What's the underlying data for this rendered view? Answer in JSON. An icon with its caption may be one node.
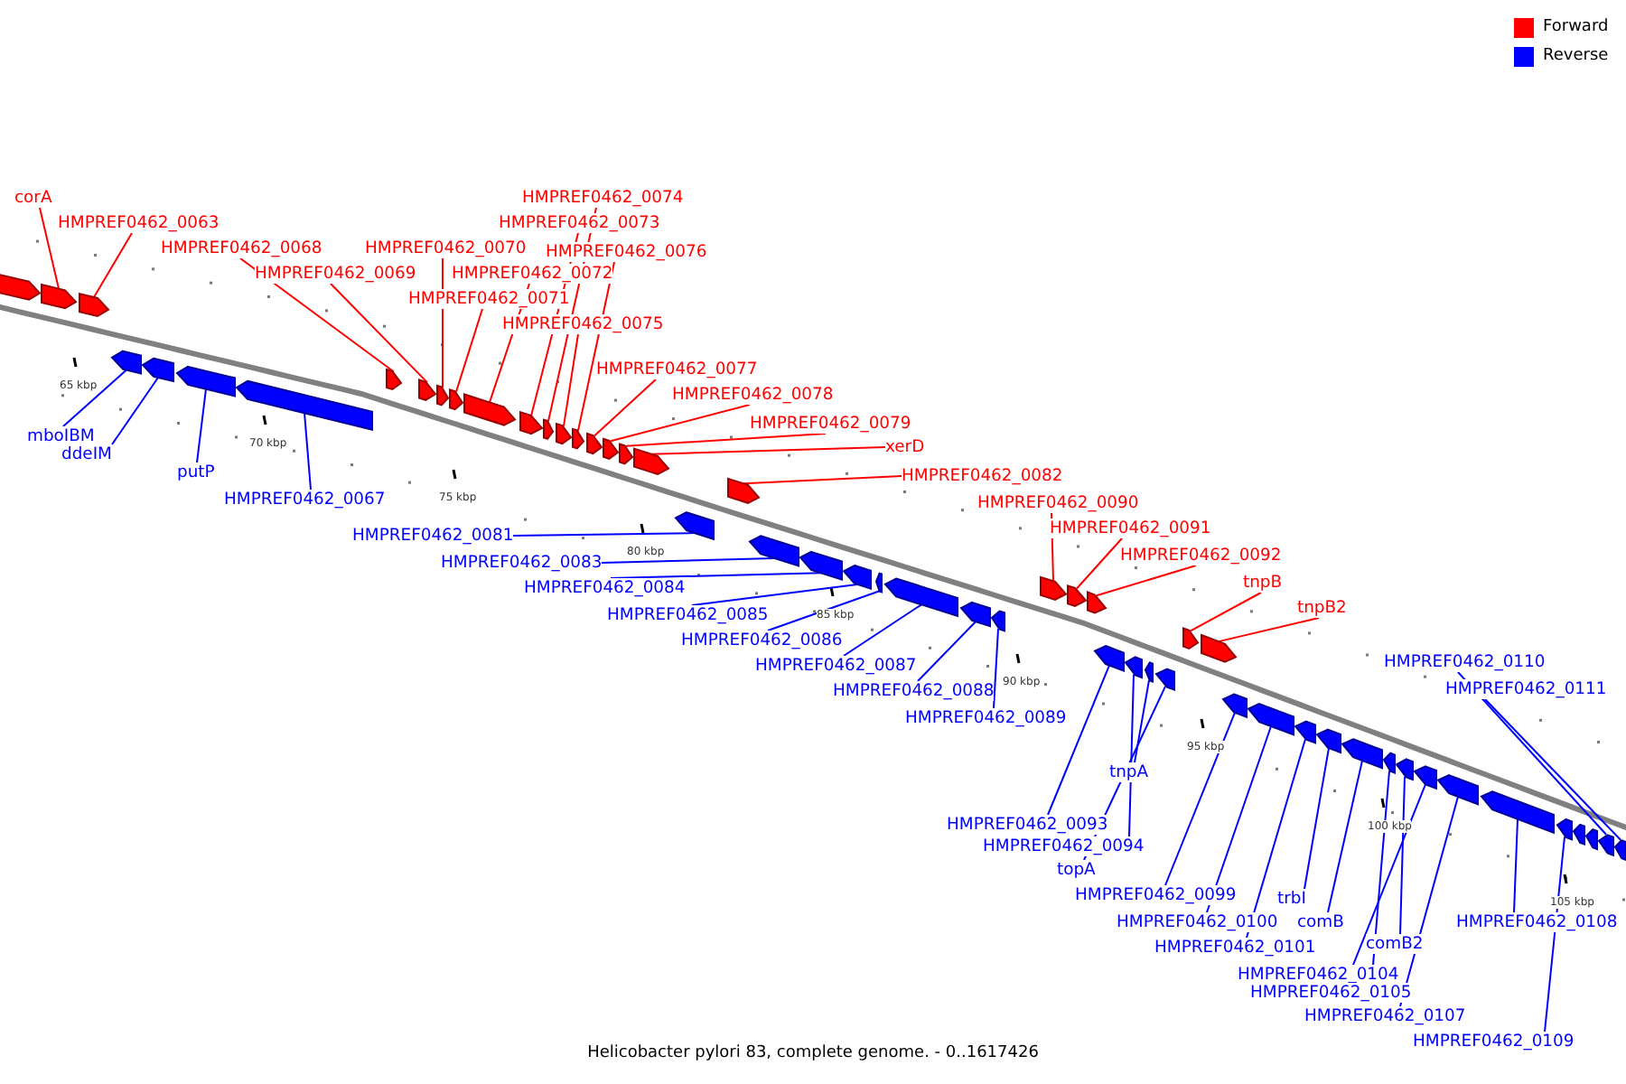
{
  "diagram": {
    "caption": "Helicobacter pylori 83, complete genome. - 0..1617426",
    "nodes": [
      {
        "text": [
          "corA"
        ]
      },
      {
        "text": [
          "HMPREF0462_0063"
        ]
      },
      {
        "text": [
          "HMPREF0462_0074"
        ]
      },
      {
        "text": [
          "HMPREF0462_0073"
        ]
      },
      {
        "text": [
          "HMPREF0462_0068"
        ]
      },
      {
        "text": [
          "HMPREF0462_0070"
        ]
      },
      {
        "text": [
          "HMPREF0462_0076"
        ]
      },
      {
        "text": [
          "HMPREF0462_0069"
        ]
      },
      {
        "text": [
          "HMPREF0462_0072"
        ]
      },
      {
        "text": [
          "HMPREF0462_0071"
        ]
      },
      {
        "text": [
          "HMPREF0462_0075"
        ]
      },
      {
        "text": [
          "HMPREF0462_0077"
        ]
      },
      {
        "text": [
          "HMPREF0462_0078"
        ]
      },
      {
        "text": [
          "HMPREF0462_0079"
        ]
      },
      {
        "text": [
          "xerD"
        ]
      },
      {
        "text": [
          "HMPREF0462_0082"
        ]
      },
      {
        "text": [
          "HMPREF0462_0090"
        ]
      },
      {
        "text": [
          "HMPREF0462_0091"
        ]
      },
      {
        "text": [
          "HMPREF0462_0092"
        ]
      },
      {
        "text": [
          "tnpB"
        ]
      },
      {
        "text": [
          "tnpB2"
        ]
      },
      {
        "text": [
          "mboIBM"
        ]
      },
      {
        "text": [
          "ddeIM"
        ]
      },
      {
        "text": [
          "putP"
        ]
      },
      {
        "text": [
          "HMPREF0462_0067"
        ]
      },
      {
        "text": [
          "HMPREF0462_0081"
        ]
      },
      {
        "text": [
          "HMPREF0462_0083"
        ]
      },
      {
        "text": [
          "HMPREF0462_0084"
        ]
      },
      {
        "text": [
          "HMPREF0462_0085"
        ]
      },
      {
        "text": [
          "HMPREF0462_0086"
        ]
      },
      {
        "text": [
          "HMPREF0462_0087"
        ]
      },
      {
        "text": [
          "HMPREF0462_0088"
        ]
      },
      {
        "text": [
          "HMPREF0462_0089"
        ]
      },
      {
        "text": [
          "HMPREF0462_0110"
        ]
      },
      {
        "text": [
          "HMPREF0462_0111"
        ]
      },
      {
        "text": [
          "tnpA"
        ]
      },
      {
        "text": [
          "HMPREF0462_0093"
        ]
      },
      {
        "text": [
          "HMPREF0462_0094"
        ]
      },
      {
        "text": [
          "topA"
        ]
      },
      {
        "text": [
          "HMPREF0462_0099"
        ]
      },
      {
        "text": [
          "trbI"
        ]
      },
      {
        "text": [
          "HMPREF0462_0100"
        ]
      },
      {
        "text": [
          "comB"
        ]
      },
      {
        "text": [
          "HMPREF0462_0108"
        ]
      },
      {
        "text": [
          "HMPREF0462_0101"
        ]
      },
      {
        "text": [
          "comB2"
        ]
      },
      {
        "text": [
          "HMPREF0462_0104"
        ]
      },
      {
        "text": [
          "HMPREF0462_0105"
        ]
      },
      {
        "text": [
          "HMPREF0462_0107"
        ]
      },
      {
        "text": [
          "HMPREF0462_0109"
        ]
      },
      {
        "text": [],
        "shape": "pentagon"
      },
      {
        "text": [],
        "shape": "pentagon"
      },
      {
        "text": [],
        "shape": "pentagon"
      },
      {
        "text": [],
        "shape": "pentagon"
      },
      {
        "text": [],
        "shape": "pentagon"
      },
      {
        "text": [],
        "shape": "pentagon"
      },
      {
        "text": [],
        "shape": "pentagon"
      },
      {
        "text": [],
        "shape": "pentagon"
      },
      {
        "text": [],
        "shape": "pentagon"
      },
      {
        "text": [],
        "shape": "pentagon"
      },
      {
        "text": [],
        "shape": "pentagon"
      },
      {
        "text": [],
        "shape": "pentagon"
      },
      {
        "text": [],
        "shape": "pentagon"
      },
      {
        "text": [],
        "shape": "pentagon"
      },
      {
        "text": [],
        "shape": "pentagon"
      },
      {
        "text": [],
        "shape": "pentagon"
      },
      {
        "text": [],
        "shape": "pentagon"
      },
      {
        "text": [],
        "shape": "pentagon"
      },
      {
        "text": [],
        "shape": "pentagon"
      },
      {
        "text": [],
        "shape": "pentagon"
      },
      {
        "text": [],
        "shape": "pentagon"
      },
      {
        "text": [],
        "shape": "pentagon"
      },
      {
        "text": [],
        "shape": "pentagon"
      },
      {
        "text": [],
        "shape": "pentagon"
      },
      {
        "text": [],
        "shape": "pentagon"
      },
      {
        "text": [],
        "shape": "pentagon"
      },
      {
        "text": [],
        "shape": "pentagon"
      },
      {
        "text": [],
        "shape": "pentagon"
      },
      {
        "text": [],
        "shape": "pentagon"
      },
      {
        "text": [],
        "shape": "pentagon"
      },
      {
        "text": [],
        "shape": "pentagon"
      },
      {
        "text": [],
        "shape": "pentagon"
      },
      {
        "text": [],
        "shape": "pentagon"
      },
      {
        "text": [],
        "shape": "pentagon"
      },
      {
        "text": [],
        "shape": "pentagon"
      },
      {
        "text": [],
        "shape": "pentagon"
      },
      {
        "text": [],
        "shape": "pentagon"
      },
      {
        "text": [],
        "shape": "pentagon"
      },
      {
        "text": [],
        "shape": "pentagon"
      },
      {
        "text": [],
        "shape": "pentagon"
      },
      {
        "text": [],
        "shape": "pentagon"
      },
      {
        "text": [],
        "shape": "pentagon"
      },
      {
        "text": [],
        "shape": "pentagon"
      },
      {
        "text": [],
        "shape": "pentagon"
      },
      {
        "text": [],
        "shape": "pentagon"
      },
      {
        "text": [],
        "shape": "pentagon"
      },
      {
        "text": [],
        "shape": "pentagon"
      },
      {
        "text": [],
        "shape": "pentagon"
      },
      {
        "text": [],
        "shape": "pentagon"
      },
      {
        "text": [],
        "shape": "pentagon"
      },
      {
        "text": [],
        "shape": "pentagon"
      },
      {
        "text": [],
        "shape": "pentagon"
      },
      {
        "text": [],
        "shape": "pentagon"
      }
    ],
    "edges": [
      {
        "from": 0,
        "to": 51,
        "arrow": "none",
        "color": "#ff0000"
      },
      {
        "from": 1,
        "to": 52,
        "arrow": "none",
        "color": "#ff0000"
      },
      {
        "from": 2,
        "to": 63,
        "arrow": "none",
        "color": "#ff0000"
      },
      {
        "from": 3,
        "to": 62,
        "arrow": "none",
        "color": "#ff0000"
      },
      {
        "from": 4,
        "to": 57,
        "arrow": "none",
        "color": "#ff0000"
      },
      {
        "from": 5,
        "to": 59,
        "arrow": "none",
        "color": "#ff0000"
      },
      {
        "from": 6,
        "to": 65,
        "arrow": "none",
        "color": "#ff0000"
      },
      {
        "from": 7,
        "to": 58,
        "arrow": "none",
        "color": "#ff0000"
      },
      {
        "from": 8,
        "to": 61,
        "arrow": "none",
        "color": "#ff0000"
      },
      {
        "from": 9,
        "to": 60,
        "arrow": "none",
        "color": "#ff0000"
      },
      {
        "from": 10,
        "to": 64,
        "arrow": "none",
        "color": "#ff0000"
      },
      {
        "from": 11,
        "to": 66,
        "arrow": "none",
        "color": "#ff0000"
      },
      {
        "from": 12,
        "to": 67,
        "arrow": "none",
        "color": "#ff0000"
      },
      {
        "from": 13,
        "to": 68,
        "arrow": "none",
        "color": "#ff0000"
      },
      {
        "from": 14,
        "to": 69,
        "arrow": "none",
        "color": "#ff0000"
      },
      {
        "from": 15,
        "to": 71,
        "arrow": "none",
        "color": "#ff0000"
      },
      {
        "from": 16,
        "to": 79,
        "arrow": "none",
        "color": "#ff0000"
      },
      {
        "from": 17,
        "to": 80,
        "arrow": "none",
        "color": "#ff0000"
      },
      {
        "from": 18,
        "to": 81,
        "arrow": "none",
        "color": "#ff0000"
      },
      {
        "from": 19,
        "to": 86,
        "arrow": "none",
        "color": "#ff0000"
      },
      {
        "from": 20,
        "to": 87,
        "arrow": "none",
        "color": "#ff0000"
      },
      {
        "from": 21,
        "to": 53,
        "arrow": "none"
      },
      {
        "from": 22,
        "to": 54,
        "arrow": "none"
      },
      {
        "from": 23,
        "to": 55,
        "arrow": "none"
      },
      {
        "from": 24,
        "to": 56,
        "arrow": "none"
      },
      {
        "from": 25,
        "to": 70,
        "arrow": "none"
      },
      {
        "from": 26,
        "to": 72,
        "arrow": "none"
      },
      {
        "from": 27,
        "to": 73,
        "arrow": "none"
      },
      {
        "from": 28,
        "to": 74,
        "arrow": "none"
      },
      {
        "from": 29,
        "to": 75,
        "arrow": "none"
      },
      {
        "from": 30,
        "to": 76,
        "arrow": "none"
      },
      {
        "from": 31,
        "to": 77,
        "arrow": "none"
      },
      {
        "from": 32,
        "to": 78,
        "arrow": "none"
      },
      {
        "from": 33,
        "to": 101,
        "arrow": "none"
      },
      {
        "from": 34,
        "to": 102,
        "arrow": "none"
      },
      {
        "from": 35,
        "to": 84,
        "arrow": "none"
      },
      {
        "from": 36,
        "to": 82,
        "arrow": "none"
      },
      {
        "from": 37,
        "to": 83,
        "arrow": "none"
      },
      {
        "from": 38,
        "to": 85,
        "arrow": "none"
      },
      {
        "from": 39,
        "to": 88,
        "arrow": "none"
      },
      {
        "from": 40,
        "to": 91,
        "arrow": "none"
      },
      {
        "from": 41,
        "to": 89,
        "arrow": "none"
      },
      {
        "from": 42,
        "to": 92,
        "arrow": "none"
      },
      {
        "from": 43,
        "to": 97,
        "arrow": "none"
      },
      {
        "from": 44,
        "to": 90,
        "arrow": "none"
      },
      {
        "from": 45,
        "to": 94,
        "arrow": "none"
      },
      {
        "from": 46,
        "to": 93,
        "arrow": "none"
      },
      {
        "from": 47,
        "to": 95,
        "arrow": "none"
      },
      {
        "from": 48,
        "to": 96,
        "arrow": "none"
      },
      {
        "from": 49,
        "to": 98,
        "arrow": "none"
      }
    ],
    "labels": [
      "65 kbp",
      "70 kbp",
      "75 kbp",
      "80 kbp",
      "85 kbp",
      "90 kbp",
      "95 kbp",
      "100 kbp",
      "105 kbp"
    ],
    "legend": [
      {
        "text": "Forward",
        "color": "#ff0000"
      },
      {
        "text": "Reverse",
        "color": "#0000ff"
      }
    ]
  }
}
